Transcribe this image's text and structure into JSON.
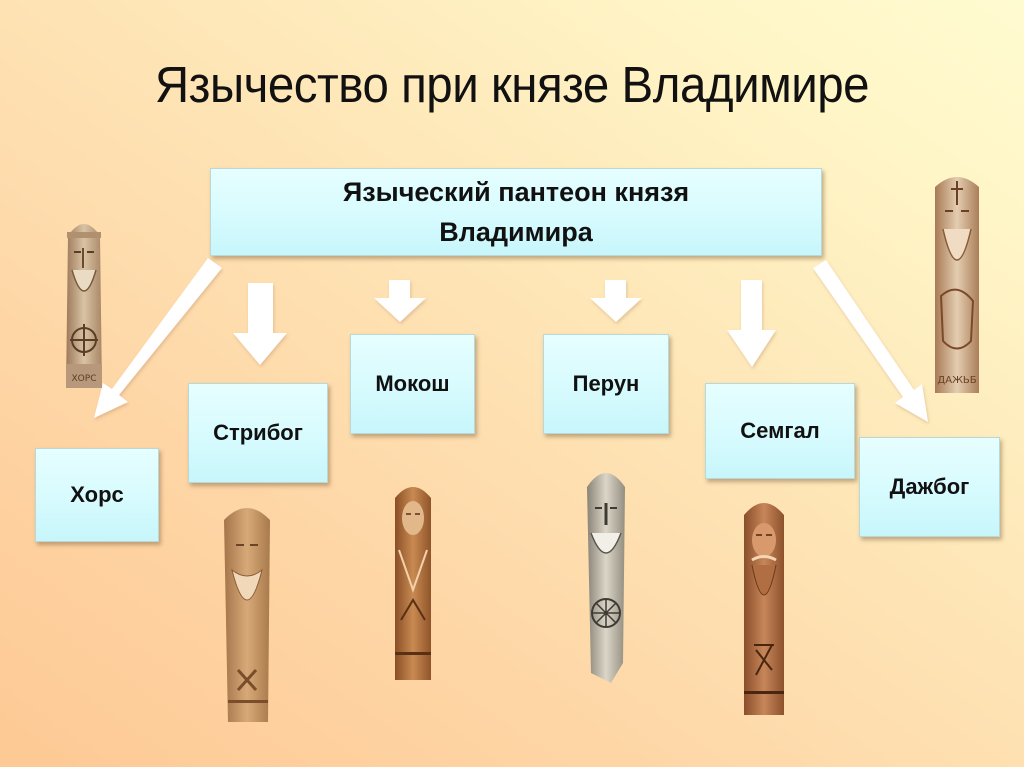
{
  "slide": {
    "title": "Язычество при князе Владимире",
    "pantheon_box": {
      "line1": "Языческий пантеон князя",
      "line2": "Владимира"
    },
    "gods": [
      {
        "name": "Хорс"
      },
      {
        "name": "Стрибог"
      },
      {
        "name": "Мокош"
      },
      {
        "name": "Перун"
      },
      {
        "name": "Семгал"
      },
      {
        "name": "Дажбог"
      }
    ],
    "colors": {
      "background_top_right": "#fffbd0",
      "background_bottom_left": "#fdc994",
      "box_fill": "#d7fbfe",
      "arrow_fill": "#ffffff",
      "text": "#111111"
    }
  }
}
